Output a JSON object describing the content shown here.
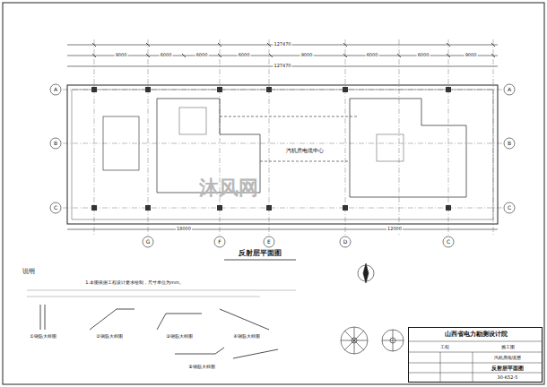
{
  "diagram": {
    "caption": "反射层平面图",
    "nodes": [
      {
        "text": [
          "山西省电力勘测设计院",
          "工程",
          "施工图",
          "汽机房电缆层",
          "反射层平面图",
          "30-K52-5"
        ]
      }
    ],
    "labels": [
      "9000",
      "6000",
      "6000",
      "6000",
      "9000",
      "6000",
      "6000",
      "9000",
      "127470",
      "18000",
      "12000",
      "127470",
      "G",
      "F",
      "E",
      "D",
      "C",
      "A",
      "B",
      "C",
      "A",
      "B",
      "C",
      "汽机房电缆中心",
      "说明",
      "1.本图依据工程设计要求绘制，尺寸单位为mm。",
      "①钢筋大样图",
      "②钢筋大样图",
      "③钢筋大样图",
      "④钢筋大样图",
      "⑤钢筋大样图",
      "沐风网"
    ]
  }
}
